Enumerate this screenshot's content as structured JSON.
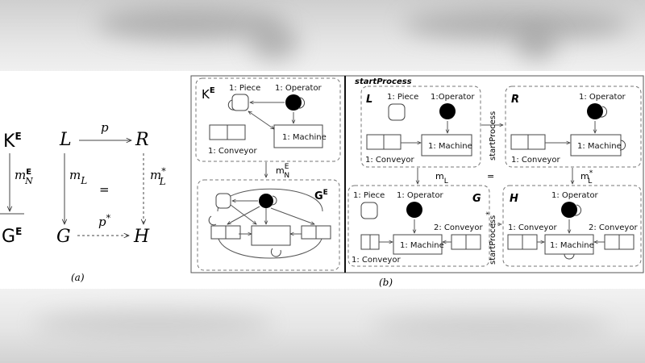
{
  "left": {
    "caption": "(a)",
    "K_base": "K",
    "K_sup": "E",
    "G_base": "G",
    "G_sup": "E",
    "L": "L",
    "R": "R",
    "G": "G",
    "H": "H",
    "p": "p",
    "p_star": "p",
    "star": "*",
    "mN_base": "m",
    "mN_sup": "E",
    "mN_sub": "N",
    "mL_base": "m",
    "mL_sub": "L",
    "mLs_base": "m",
    "mLs_sub": "L",
    "mLs_sup": "*",
    "equals": "="
  },
  "right": {
    "caption": "(b)",
    "rule_title": "startProcess",
    "KE": {
      "base": "K",
      "sup": "E",
      "piece": "1: Piece",
      "operator": "1: Operator",
      "machine": "1: Machine",
      "conveyor": "1: Conveyor"
    },
    "GE": {
      "base": "G",
      "sup": "E"
    },
    "mid_label": {
      "base": "m",
      "sup": "E",
      "sub": "N"
    },
    "L": {
      "name": "L",
      "piece": "1: Piece",
      "operator": "1:Operator",
      "machine": "1: Machine",
      "conveyor": "1: Conveyor"
    },
    "R": {
      "name": "R",
      "operator": "1: Operator",
      "machine": "1: Machine",
      "conveyor": "1: Conveyor"
    },
    "G": {
      "name": "G",
      "piece": "1: Piece",
      "operator": "1: Operator",
      "machine": "1: Machine",
      "conveyor1": "1: Conveyor",
      "conveyor2": "2: Conveyor"
    },
    "H": {
      "name": "H",
      "operator": "1: Operator",
      "machine": "1: Machine",
      "conveyor1": "1: Conveyor",
      "conveyor2": "2: Conveyor"
    },
    "top_arrow": "startProcess",
    "bottom_arrow": "startProcess",
    "bottom_arrow_star": "*",
    "mL": {
      "base": "m",
      "sub": "L"
    },
    "mLs": {
      "base": "m",
      "sub": "L",
      "sup": "*"
    },
    "equals": "="
  }
}
